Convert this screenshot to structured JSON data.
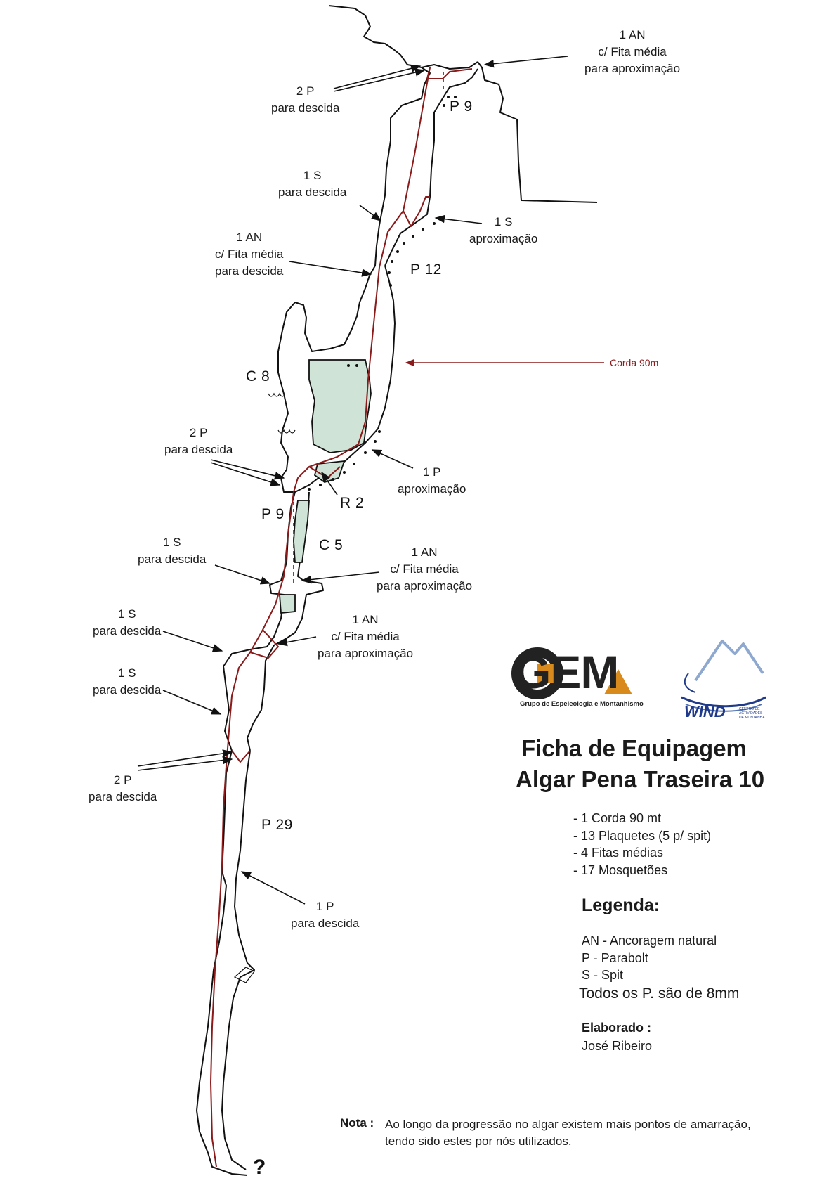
{
  "colors": {
    "rope": "#8b1a1a",
    "chamber_fill": "#cfe3d6",
    "cave_outline": "#111111",
    "gem_orange": "#d98a1c",
    "wind_blue": "#1f3a8a"
  },
  "labels": {
    "an_top": [
      "1 AN",
      "c/ Fita média",
      "para aproximação"
    ],
    "p2_top": [
      "2 P",
      "para descida"
    ],
    "s1_descida_a": [
      "1 S",
      "para descida"
    ],
    "s1_aprox": [
      "1 S",
      "aproximação"
    ],
    "an_p12": [
      "1 AN",
      "c/ Fita média",
      "para descida"
    ],
    "p2_mid": [
      "2 P",
      "para descida"
    ],
    "p1_aprox": [
      "1 P",
      "aproximação"
    ],
    "s1_descida_b": [
      "1 S",
      "para descida"
    ],
    "an_c5": [
      "1 AN",
      "c/ Fita média",
      "para aproximação"
    ],
    "s1_descida_c": [
      "1 S",
      "para descida"
    ],
    "an_lower": [
      "1 AN",
      "c/ Fita média",
      "para aproximação"
    ],
    "s1_descida_d": [
      "1 S",
      "para descida"
    ],
    "p2_low": [
      "2 P",
      "para descida"
    ],
    "p1_descida": [
      "1 P",
      "para descida"
    ]
  },
  "sections": {
    "p9_top": "P 9",
    "p12": "P 12",
    "c8": "C 8",
    "r2": "R 2",
    "p9_mid": "P 9",
    "c5": "C 5",
    "p29": "P 29",
    "end_mark": "?"
  },
  "rope_label": "Corda 90m",
  "logos": {
    "gem_word": "GEM",
    "gem_sub": "Grupo de Espeleologia e Montanhismo",
    "wind_word": "WIND",
    "wind_sub": [
      "CENTRO DE",
      "ACTIVIDADES",
      "DE MONTANHA"
    ]
  },
  "title": {
    "line1": "Ficha de Equipagem",
    "line2": "Algar Pena Traseira 10"
  },
  "materials": [
    "- 1 Corda 90 mt",
    "- 13 Plaquetes (5 p/ spit)",
    "- 4 Fitas médias",
    "- 17 Mosquetões"
  ],
  "legend": {
    "heading": "Legenda:",
    "items": [
      "AN - Ancoragem natural",
      "P - Parabolt",
      "S - Spit"
    ],
    "note": "Todos os P. são de 8mm"
  },
  "author": {
    "label": "Elaborado :",
    "name": "José Ribeiro"
  },
  "nota": {
    "label": "Nota :",
    "lines": [
      "Ao longo da progressão no algar existem mais pontos de amarração,",
      "tendo sido estes por nós utilizados."
    ]
  }
}
